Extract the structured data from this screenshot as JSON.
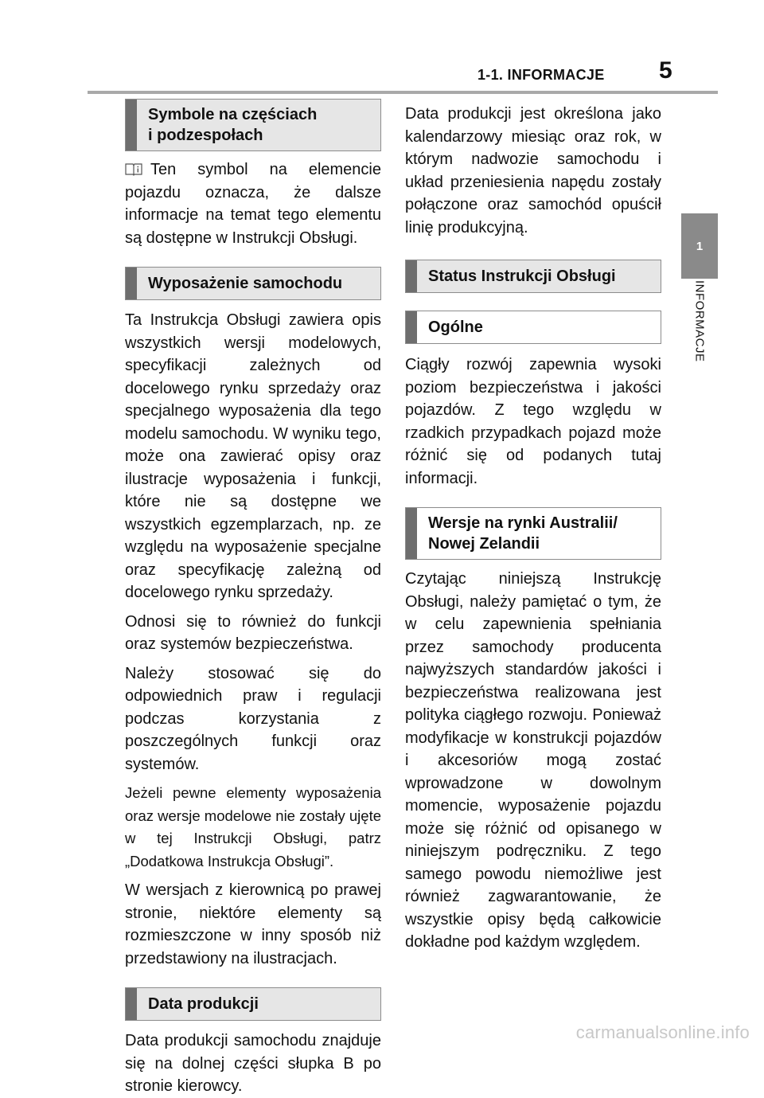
{
  "header": {
    "section_title": "1-1. INFORMACJE",
    "page_number": "5"
  },
  "side_tab": {
    "number": "1",
    "label": "INFORMACJE"
  },
  "left_column": {
    "symbols_heading_line1": "Symbole na częściach",
    "symbols_heading_line2": "i podzespołach",
    "symbols_text": "Ten symbol na elemencie pojazdu oznacza, że dalsze informacje na temat tego elementu są dostępne w Instrukcji Obsługi.",
    "symbol_icon": "book-info-icon",
    "equipment_heading": "Wyposażenie samochodu",
    "equipment_p1": "Ta Instrukcja Obsługi zawiera opis wszystkich wersji modelowych, specyfikacji zależnych od docelowego rynku sprzedaży oraz specjalnego wyposażenia dla tego modelu samochodu. W wyniku tego, może ona zawierać opisy oraz ilustracje wyposażenia i funkcji, które nie są dostępne we wszystkich egzemplarzach, np. ze względu na wyposażenie specjalne oraz specyfikację zależną od docelowego rynku sprzedaży.",
    "equipment_p2": "Odnosi się to również do funkcji oraz systemów bezpieczeństwa.",
    "equipment_p3": "Należy stosować się do odpowiednich praw i regulacji podczas korzystania z poszczególnych funkcji oraz systemów.",
    "equipment_p4": "Jeżeli pewne elementy wyposażenia oraz wersje modelowe nie zostały ujęte w tej Instrukcji Obsługi, patrz „Dodatkowa Instrukcja Obsługi”.",
    "equipment_p5": "W wersjach z kierownicą po prawej stronie, niektóre elementy są rozmieszczone w inny sposób niż przedstawiony na ilustracjach.",
    "production_heading": "Data produkcji",
    "production_text": "Data produkcji samochodu znajduje się na dolnej części słupka B po stronie kierowcy."
  },
  "right_column": {
    "production_cont": "Data produkcji jest określona jako kalendarzowy miesiąc oraz rok, w którym nadwozie samochodu i układ przeniesienia napędu zostały połączone oraz samochód opuścił linię produkcyjną.",
    "status_heading": "Status Instrukcji Obsługi",
    "general_heading": "Ogólne",
    "general_text": "Ciągły rozwój zapewnia wysoki poziom bezpieczeństwa i jakości pojazdów. Z tego względu w rzadkich przypadkach pojazd może różnić się od podanych tutaj informacji.",
    "markets_heading_line1": "Wersje na rynki Australii/",
    "markets_heading_line2": "Nowej Zelandii",
    "markets_text": "Czytając niniejszą Instrukcję Obsługi, należy pamiętać o tym, że w celu zapewnienia spełniania przez samochody producenta najwyższych standardów jakości i bezpieczeństwa realizowana jest polityka ciągłego rozwoju. Ponieważ modyfikacje w konstrukcji pojazdów i akcesoriów mogą zostać wprowadzone w dowolnym momencie, wyposażenie pojazdu może się różnić od opisanego w niniejszym podręczniku. Z tego samego powodu niemożliwe jest również zagwarantowanie, że wszystkie opisy będą całkowicie dokładne pod każdym względem."
  },
  "footer": {
    "watermark": "carmanualsonline.info"
  }
}
